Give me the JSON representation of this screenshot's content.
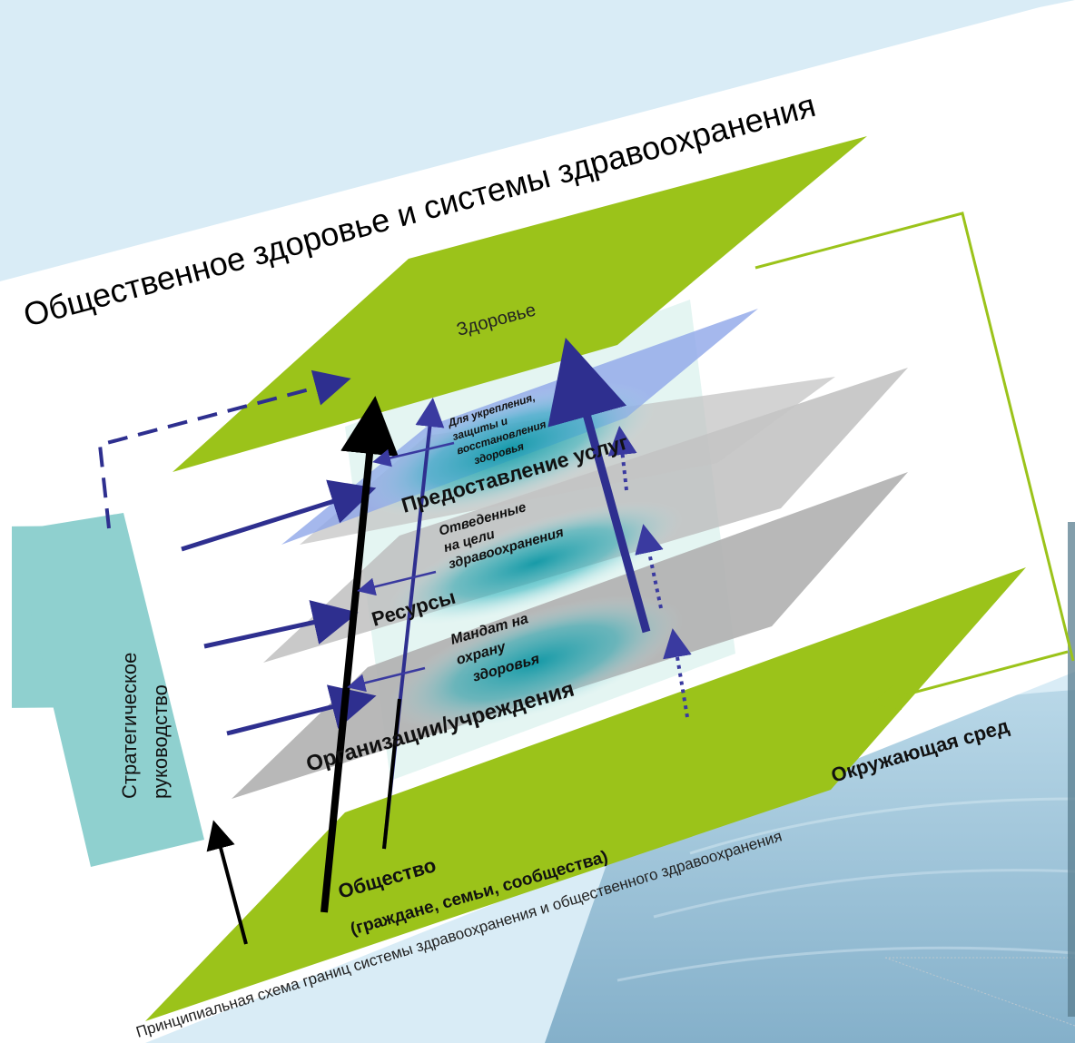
{
  "title": "Общественное здоровье и системы здравоохранения",
  "layers": {
    "health": "Здоровье",
    "services": "Предоставление услуг",
    "resources": "Ресурсы",
    "organizations": "Организации/учреждения",
    "society_line1": "Общество",
    "society_line2": "(граждане, семьи, сообщества)"
  },
  "annotations": {
    "strengthen": [
      "Для укрепления,",
      "защиты и",
      "восстановления",
      "здоровья"
    ],
    "allocated": [
      "Отведенные",
      "на цели",
      "здравоохранения"
    ],
    "mandate": [
      "Мандат на",
      "охрану",
      "здоровья"
    ]
  },
  "governance": [
    "Стратегическое",
    "руководство"
  ],
  "environment": "Окружающая сред",
  "caption": "Принципиальная схема границ системы здравоохранения и общественного здравоохранения",
  "colors": {
    "green": "#9bc31a",
    "gray": "#b0b0b0",
    "blue_layer": "#8fa6e8",
    "teal_box": "#8fd0cf",
    "arrow_blue": "#2e2f8f",
    "teal_glow": "#0e98a6",
    "background": "#d9ecf6"
  }
}
